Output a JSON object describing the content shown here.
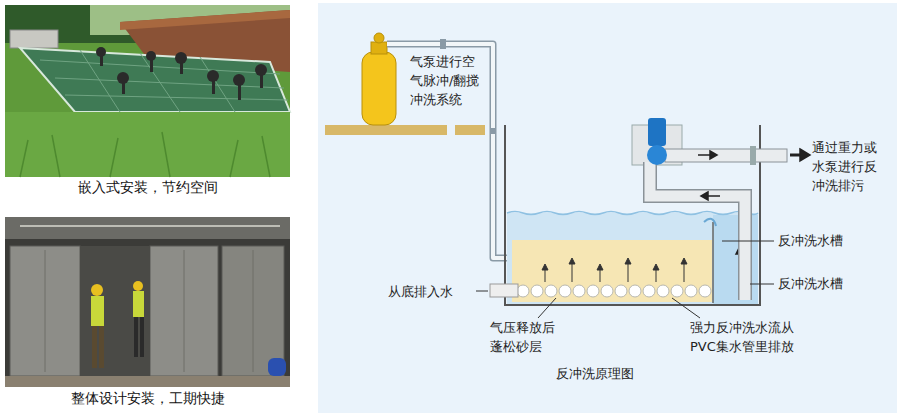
{
  "diagram": {
    "caption": "反冲洗原理图",
    "labels": [
      "嵌入式安装，节约空间",
      "整体设计安装，工期快捷",
      "气泵进行空 气脉冲/翻搅 冲洗系统",
      "通过重力或 水泵进行反 冲洗排污",
      "反冲洗水槽",
      "反冲洗水槽",
      "从底排入水",
      "气压释放后 蓬松砂层",
      "强力反冲洗水流从 PVC集水管里排放"
    ]
  }
}
